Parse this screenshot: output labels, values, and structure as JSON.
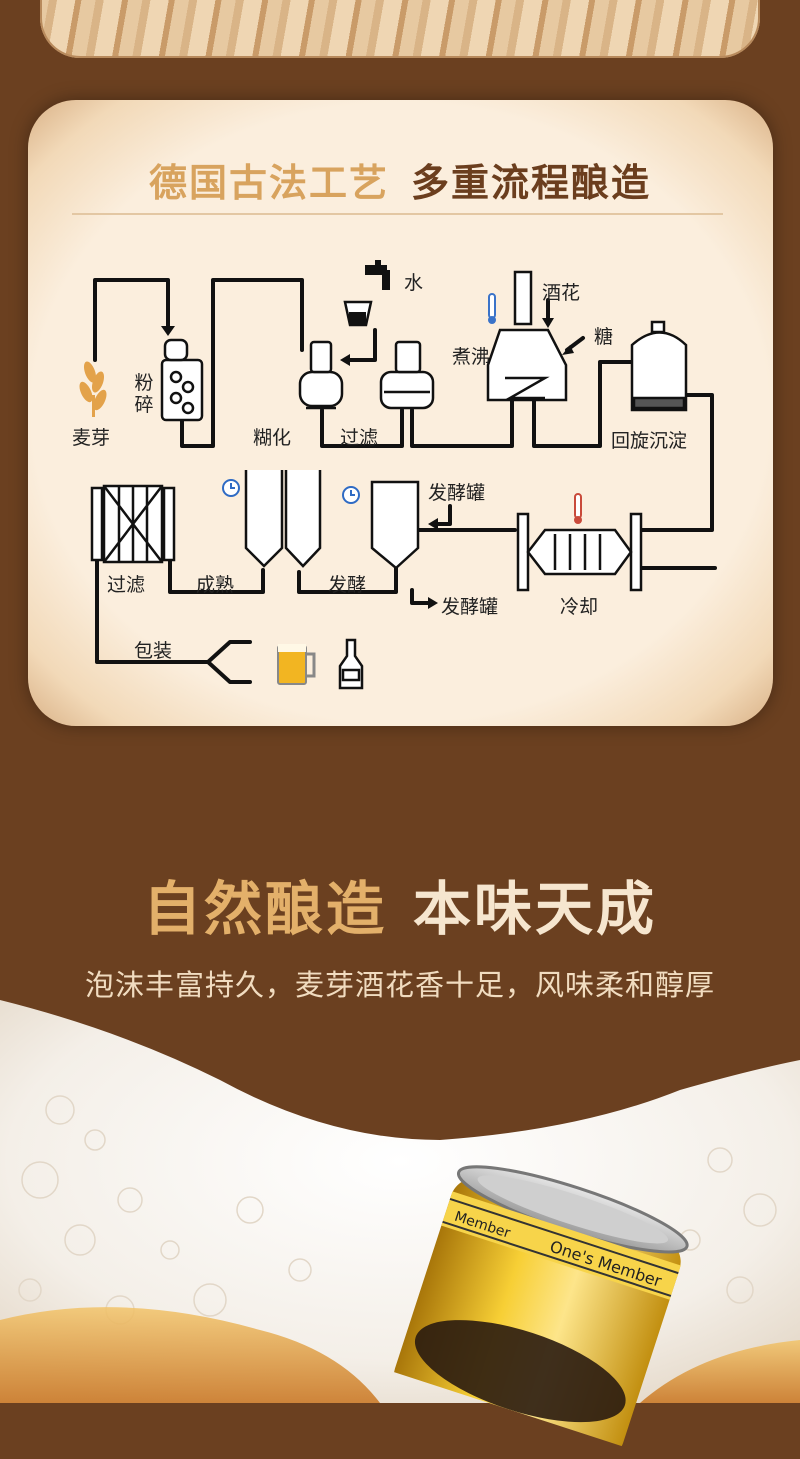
{
  "panel": {
    "title_light": "德国古法工艺",
    "title_dark": "多重流程酿造"
  },
  "steps": {
    "malt": "麦芽",
    "mill": "粉碎",
    "mash": "糊化",
    "filter1": "过滤",
    "water": "水",
    "boil": "煮沸",
    "hops": "酒花",
    "sugar": "糖",
    "whirlpool": "回旋沉淀",
    "cool": "冷却",
    "ferment_tank_top": "发酵罐",
    "ferment_tank_bottom": "发酵罐",
    "ferment": "发酵",
    "mature": "成熟",
    "filter2": "过滤",
    "package": "包装"
  },
  "headline": {
    "part1": "自然酿造",
    "part2": "本味天成"
  },
  "subline": "泡沫丰富持久，麦芽酒花香十足，风味柔和醇厚",
  "can": {
    "brand_text_1": "Member",
    "brand_text_2": "One's Member"
  },
  "colors": {
    "background": "#6b4020",
    "panel": "#fbeedd",
    "gold": "#d8a35e",
    "dark_brown": "#6b3e1e"
  }
}
